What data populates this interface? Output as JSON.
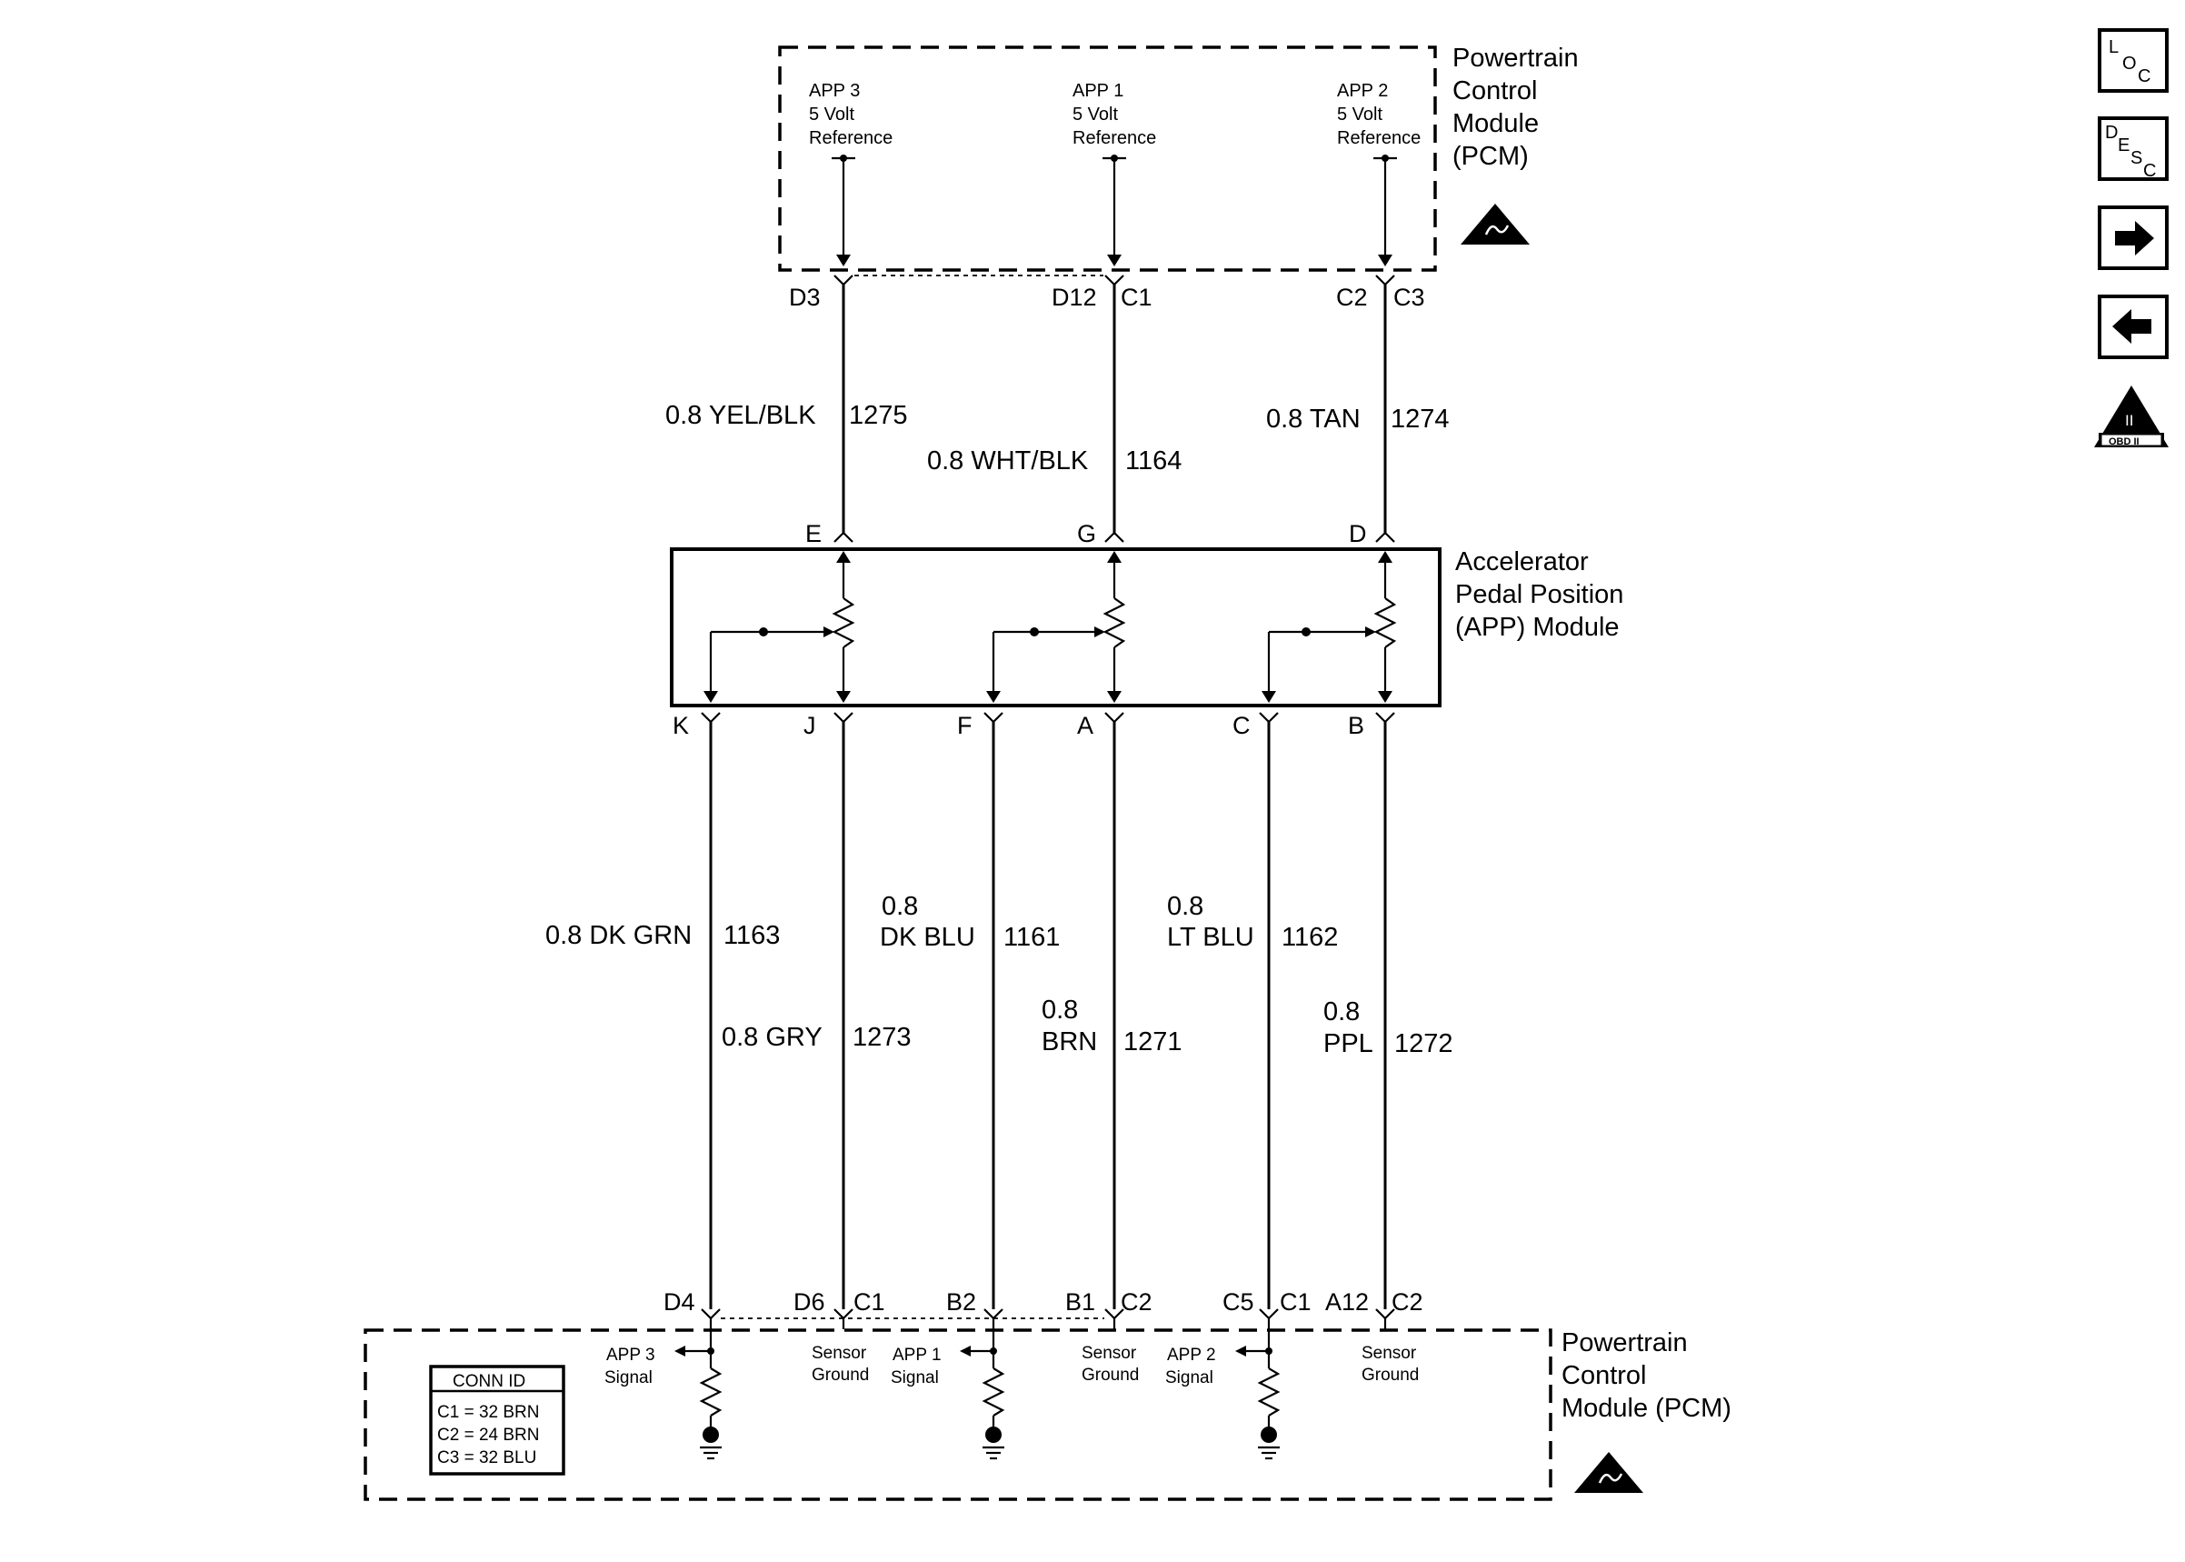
{
  "pcm_top": {
    "title_lines": [
      "Powertrain",
      "Control",
      "Module",
      "(PCM)"
    ],
    "circuits": [
      {
        "label_lines": [
          "APP 3",
          "5 Volt",
          "Reference"
        ]
      },
      {
        "label_lines": [
          "APP 1",
          "5 Volt",
          "Reference"
        ]
      },
      {
        "label_lines": [
          "APP 2",
          "5 Volt",
          "Reference"
        ]
      }
    ],
    "pins": [
      "D3",
      "D12",
      "C1",
      "C2",
      "C3"
    ]
  },
  "wires_top": [
    {
      "gauge_color": "0.8 YEL/BLK",
      "circuit": "1275"
    },
    {
      "gauge_color": "0.8 WHT/BLK",
      "circuit": "1164"
    },
    {
      "gauge_color": "0.8 TAN",
      "circuit": "1274"
    }
  ],
  "app_module": {
    "title_lines": [
      "Accelerator",
      "Pedal Position",
      "(APP) Module"
    ],
    "top_pins": [
      "E",
      "G",
      "D"
    ],
    "bottom_pins": [
      "K",
      "J",
      "F",
      "A",
      "C",
      "B"
    ]
  },
  "wires_bottom": [
    {
      "gauge_color_lines": [
        "0.8 DK GRN"
      ],
      "circuit": "1163"
    },
    {
      "gauge_color_lines": [
        "0.8 GRY"
      ],
      "circuit": "1273"
    },
    {
      "gauge_color_lines": [
        "0.8",
        "DK BLU"
      ],
      "circuit": "1161"
    },
    {
      "gauge_color_lines": [
        "0.8",
        "BRN"
      ],
      "circuit": "1271"
    },
    {
      "gauge_color_lines": [
        "0.8",
        "LT BLU"
      ],
      "circuit": "1162"
    },
    {
      "gauge_color_lines": [
        "0.8",
        "PPL"
      ],
      "circuit": "1272"
    }
  ],
  "pcm_bottom": {
    "title_lines": [
      "Powertrain",
      "Control",
      "Module (PCM)"
    ],
    "pins": [
      "D4",
      "D6",
      "C1",
      "B2",
      "B1",
      "C2",
      "C5",
      "C1",
      "A12",
      "C2"
    ],
    "signals": [
      {
        "lines": [
          "APP 3",
          "Signal"
        ]
      },
      {
        "lines": [
          "APP 1",
          "Signal"
        ]
      },
      {
        "lines": [
          "APP 2",
          "Signal"
        ]
      }
    ],
    "grounds": [
      {
        "lines": [
          "Sensor",
          "Ground"
        ]
      },
      {
        "lines": [
          "Sensor",
          "Ground"
        ]
      },
      {
        "lines": [
          "Sensor",
          "Ground"
        ]
      }
    ]
  },
  "conn_id": {
    "header": "CONN ID",
    "rows": [
      "C1 = 32 BRN",
      "C2 = 24 BRN",
      "C3 = 32 BLU"
    ]
  },
  "nav_icons": {
    "loc": {
      "letters": [
        "L",
        "O",
        "C"
      ]
    },
    "desc": {
      "letters": [
        "D",
        "E",
        "S",
        "C"
      ]
    },
    "obd": {
      "top": "II",
      "bottom": "OBD II"
    }
  }
}
